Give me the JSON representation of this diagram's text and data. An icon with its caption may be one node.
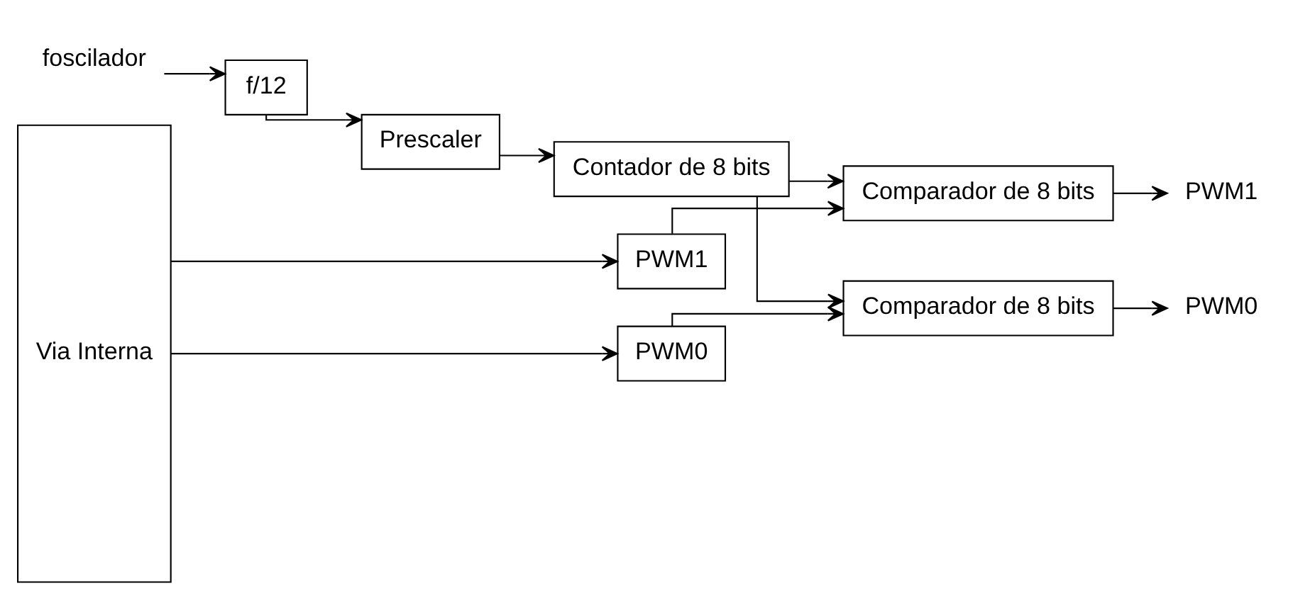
{
  "diagram": {
    "nodes": [
      {
        "text": [
          "Via Interna"
        ]
      },
      {
        "text": [
          "PWM0"
        ]
      },
      {
        "text": [
          "Comparador de 8 bits"
        ]
      },
      {
        "text": [
          "f/12"
        ]
      },
      {
        "text": [
          "Prescaler"
        ]
      },
      {
        "text": [
          "Contador de 8 bits"
        ]
      },
      {
        "text": [
          "Comparador de 8 bits"
        ]
      },
      {
        "text": [
          "PWM1"
        ]
      },
      {
        "text": [
          "foscilador"
        ]
      },
      {
        "text": [
          "PWM0"
        ]
      },
      {
        "text": [
          "PWM1"
        ]
      }
    ],
    "edges": [
      {
        "from": 0,
        "to": 1,
        "arrow": "to"
      },
      {
        "from": 0,
        "to": 7,
        "arrow": "to"
      },
      {
        "from": 1,
        "to": 2,
        "arrow": "to"
      },
      {
        "from": 5,
        "to": 2,
        "arrow": "to"
      },
      {
        "from": 5,
        "to": 6,
        "arrow": "to"
      },
      {
        "from": 7,
        "to": 6,
        "arrow": "to"
      },
      {
        "from": 8,
        "to": 3,
        "arrow": "to"
      },
      {
        "from": 3,
        "to": 4,
        "arrow": "to"
      },
      {
        "from": 4,
        "to": 5,
        "arrow": "to"
      },
      {
        "from": 2,
        "to": 9,
        "arrow": "to"
      },
      {
        "from": 6,
        "to": 10,
        "arrow": "to"
      }
    ]
  }
}
